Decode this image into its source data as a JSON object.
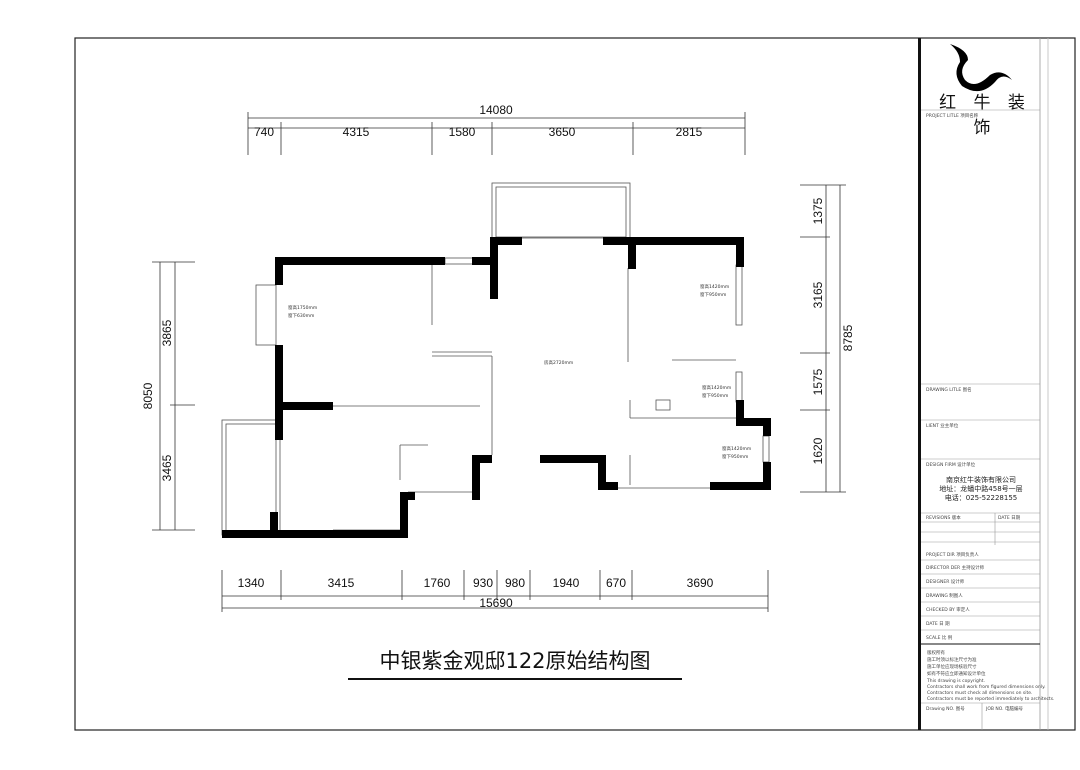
{
  "drawing_title": "中银紫金观邸122原始结构图",
  "dimensions": {
    "top_total": "14080",
    "top": [
      "740",
      "4315",
      "1580",
      "3650",
      "2815"
    ],
    "bottom_total": "15690",
    "bottom": [
      "1340",
      "3415",
      "1760",
      "930",
      "980",
      "1940",
      "670",
      "3690"
    ],
    "left_total": "8050",
    "left": [
      "3865",
      "3465"
    ],
    "right_total": "8785",
    "right": [
      "1375",
      "3165",
      "1575",
      "1620"
    ]
  },
  "room_notes": {
    "ceiling": "房高2720mm",
    "window_left": [
      "窗高1750mm",
      "窗下630mm"
    ],
    "window_right_1": [
      "窗高1420mm",
      "窗下950mm"
    ],
    "window_right_2": [
      "窗高1420mm",
      "窗下950mm"
    ],
    "window_right_3": [
      "窗高1420mm",
      "窗下950mm"
    ]
  },
  "title_block": {
    "brand": "红 牛 装 饰",
    "project_title": "PROJECT LITLE  项目名称",
    "drawing_title": "DRAWING LITLE  图名",
    "client": "LIENT  业主单位",
    "design_firm": "DESIGN FIRM  设计单位",
    "company": [
      "南京红牛装饰有限公司",
      "地址：龙蟠中路458号一层",
      "电话：025-52228155"
    ],
    "revisions": "REVISIONS  版本",
    "date_col": "DATE  日期",
    "rows": [
      "PROJECT DIR  项目负责人",
      "DIRECTOR DER  主持设计师",
      "DESIGNER  设计师",
      "DRAWING  制图人",
      "CHECKED BY  审定人",
      "DATE  日 期",
      "SCALE  比 例"
    ],
    "notes": [
      "版权所有",
      "施工时须以标注尺寸为准",
      "施工单位应现场核验尺寸",
      "如有不符应立即通知设计单位",
      "This drawing is copyright.",
      "Contractors shall work from figured dimensions only.",
      "Contractors must check all dimensions on site.",
      "Contractors must be reported immediately to architects."
    ],
    "drawing_no": "Drawing NO.  图号",
    "job_no": "JOB NO.  电脑编号"
  }
}
